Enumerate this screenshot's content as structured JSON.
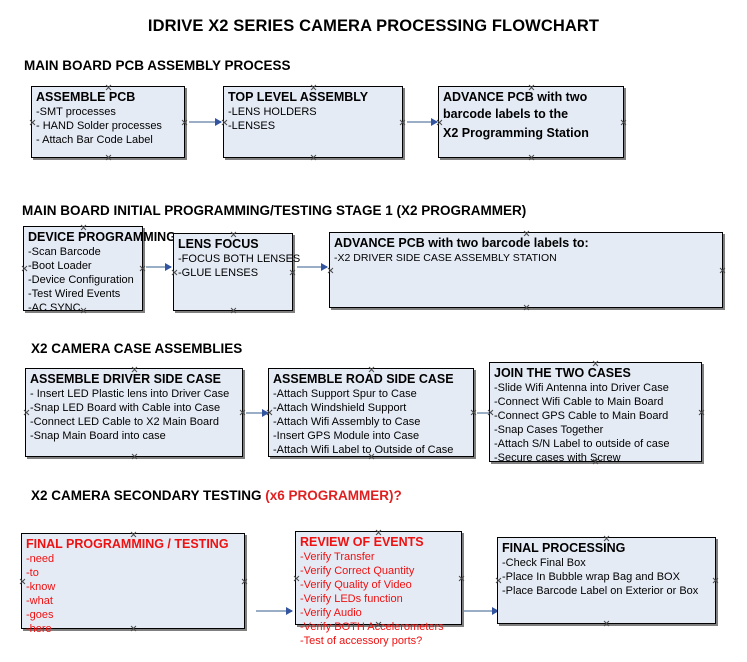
{
  "title": "IDRIVE X2  SERIES CAMERA PROCESSING FLOWCHART",
  "colors": {
    "box_fill": "#e5ebf5",
    "box_border": "#000000",
    "box_shadow": "#7f7f7f",
    "connector_line": "#9aaec6",
    "arrowhead": "#3355a0",
    "text": "#000000",
    "accent_red": "#ee1111"
  },
  "sections": [
    {
      "heading": "MAIN BOARD PCB ASSEMBLY PROCESS",
      "heading_accent": "",
      "boxes": [
        {
          "title": "ASSEMBLE PCB",
          "lines": [
            "-SMT processes",
            "- HAND Solder processes",
            "- Attach Bar Code Label"
          ]
        },
        {
          "title": "TOP LEVEL ASSEMBLY",
          "lines": [
            "-LENS HOLDERS",
            "-LENSES"
          ]
        },
        {
          "title": "ADVANCE PCB with two",
          "lines": [
            "barcode labels to the",
            " X2 Programming Station"
          ]
        }
      ]
    },
    {
      "heading": "MAIN BOARD INITIAL PROGRAMMING/TESTING STAGE 1 (X2 PROGRAMMER)",
      "heading_accent": "",
      "boxes": [
        {
          "title": "DEVICE PROGRAMMING",
          "lines": [
            "-Scan Barcode",
            "-Boot Loader",
            "-Device Configuration",
            "-Test Wired Events",
            "-AC SYNC"
          ]
        },
        {
          "title": "LENS FOCUS",
          "lines": [
            "-FOCUS BOTH LENSES",
            "-GLUE LENSES"
          ]
        },
        {
          "title": "ADVANCE PCB with two barcode labels to:",
          "lines": [
            "-X2 DRIVER  SIDE  CASE  ASSEMBLY STATION"
          ]
        }
      ]
    },
    {
      "heading": "X2 CAMERA CASE ASSEMBLIES",
      "heading_accent": "",
      "boxes": [
        {
          "title": "ASSEMBLE DRIVER SIDE CASE",
          "lines": [
            "- Insert LED Plastic lens into Driver Case",
            "-Snap LED Board with Cable into Case",
            "-Connect LED Cable to X2 Main Board",
            "-Snap Main Board into case"
          ]
        },
        {
          "title": "ASSEMBLE ROAD SIDE CASE",
          "lines": [
            "-Attach Support Spur to Case",
            "-Attach Windshield Support",
            "-Attach Wifi Assembly to Case",
            "-Insert GPS Module into Case",
            "-Attach Wifi Label to Outside of Case"
          ]
        },
        {
          "title": "JOIN THE TWO CASES",
          "lines": [
            "-Slide Wifi Antenna into Driver Case",
            "-Connect Wifi Cable to Main Board",
            "-Connect GPS Cable to Main Board",
            "-Snap Cases Together",
            "-Attach S/N Label to outside of case",
            "-Secure cases with Screw"
          ]
        }
      ]
    },
    {
      "heading": "X2 CAMERA SECONDARY TESTING ",
      "heading_accent": "(x6 PROGRAMMER)?",
      "boxes": [
        {
          "title": "FINAL PROGRAMMING / TESTING",
          "lines": [
            "-need",
            "-to",
            "-know",
            "-what",
            "-goes",
            "-here"
          ]
        },
        {
          "title": "REVIEW OF EVENTS",
          "lines": [
            "-Verify Transfer",
            "-Verify Correct Quantity",
            "-Verify Quality of Video",
            "-Verify LEDs function",
            "-Verify Audio",
            "-Verify BOTH Accelerometers",
            "-Test of accessory ports?"
          ]
        },
        {
          "title": "FINAL PROCESSING",
          "lines": [
            " -Check Final Box",
            "-Place In Bubble wrap Bag and BOX",
            "-Place Barcode Label on Exterior or Box"
          ]
        }
      ]
    }
  ]
}
